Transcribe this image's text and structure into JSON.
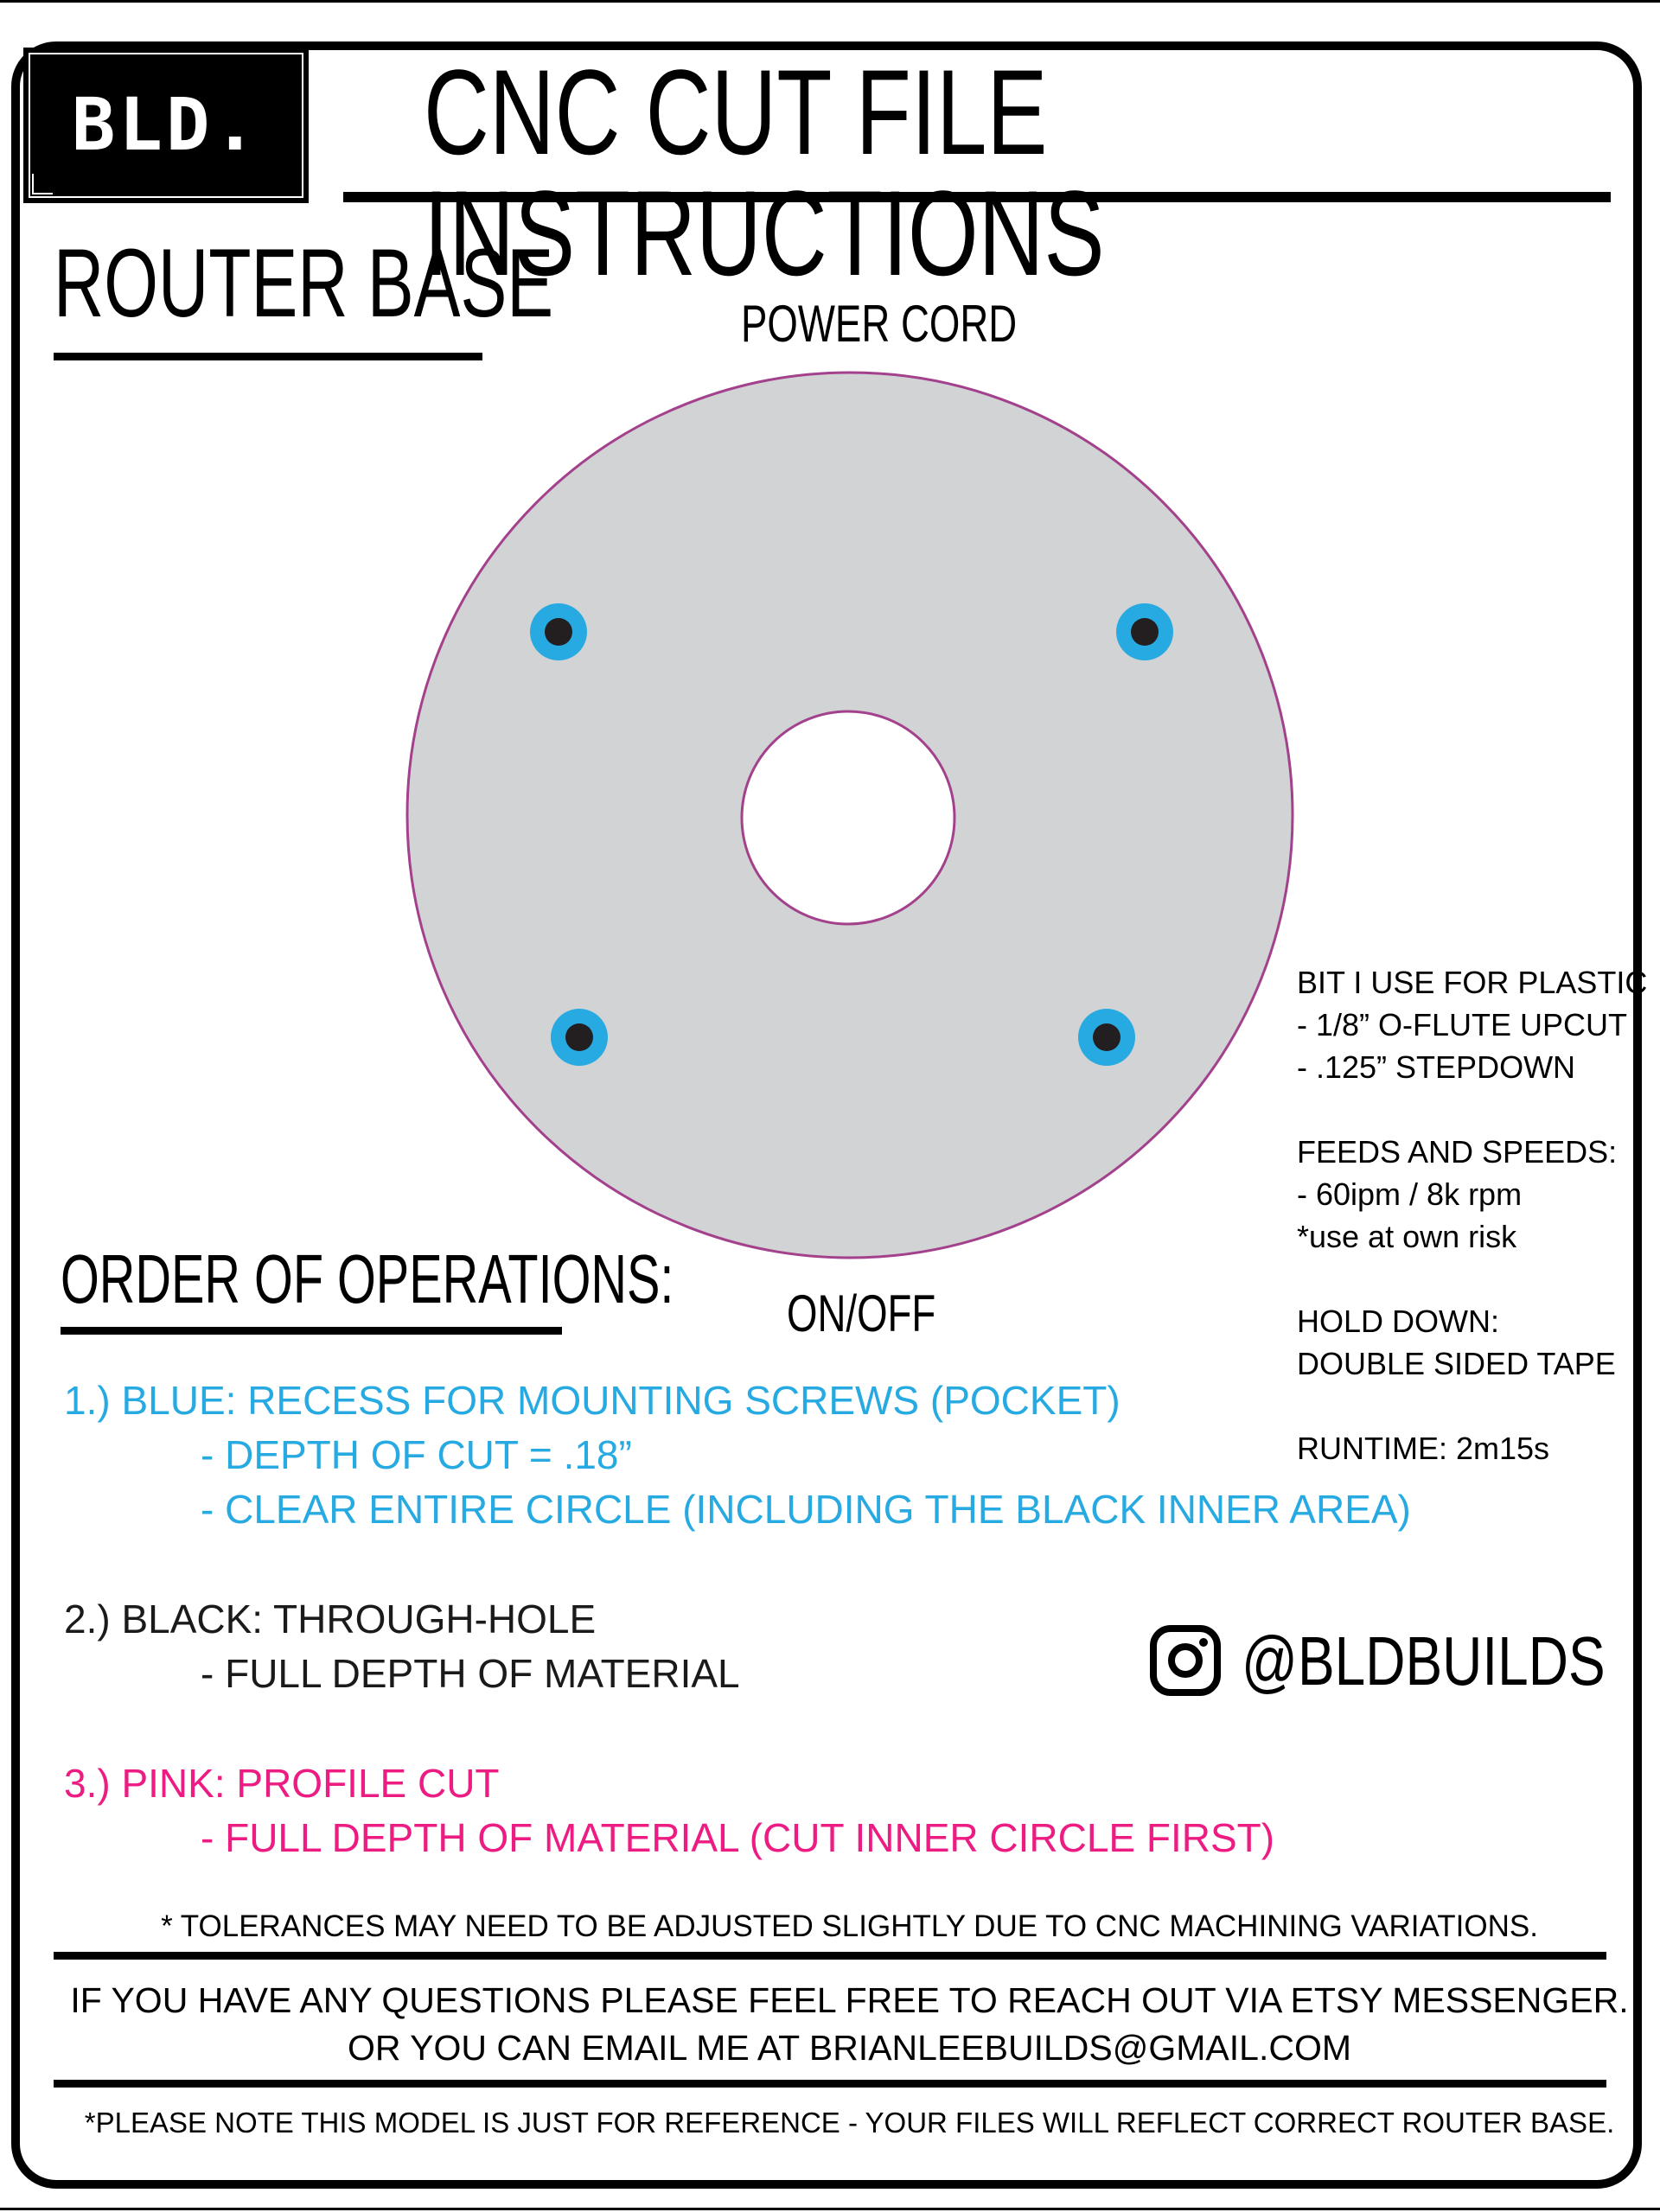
{
  "logo": {
    "text": "BLD."
  },
  "header": {
    "title": "CNC CUT FILE INSTRUCTIONS"
  },
  "section": {
    "title": "ROUTER BASE"
  },
  "diagram": {
    "label_top": "POWER CORD",
    "label_bottom": "ON/OFF",
    "colors": {
      "plate_fill": "#d1d3d4",
      "profile_stroke": "#a3418d",
      "pocket": "#27aae1",
      "hole": "#231f20"
    },
    "icons": [
      "screw-pocket-icon",
      "through-hole-icon"
    ]
  },
  "sidebar": {
    "lines": [
      "BIT I USE FOR PLASTIC",
      "- 1/8” O-FLUTE UPCUT",
      "- .125” STEPDOWN",
      "",
      "FEEDS AND SPEEDS:",
      "- 60ipm / 8k rpm",
      "*use at own risk",
      "",
      "HOLD DOWN:",
      "DOUBLE SIDED TAPE",
      "",
      "RUNTIME: 2m15s"
    ]
  },
  "operations": {
    "title": "ORDER OF OPERATIONS:",
    "op1": {
      "heading": "1.) BLUE: RECESS FOR MOUNTING SCREWS (POCKET)",
      "line1": "- DEPTH OF CUT = .18”",
      "line2": "- CLEAR ENTIRE CIRCLE (INCLUDING THE BLACK INNER AREA)",
      "color": "#27aae1"
    },
    "op2": {
      "heading": "2.) BLACK: THROUGH-HOLE",
      "line1": "- FULL DEPTH OF MATERIAL",
      "color": "#1a1a1a"
    },
    "op3": {
      "heading": "3.) PINK: PROFILE CUT",
      "line1": "- FULL DEPTH OF MATERIAL (CUT INNER CIRCLE FIRST)",
      "color": "#ec1c83"
    }
  },
  "social": {
    "icon": "instagram-icon",
    "handle": "@BLDBUILDS"
  },
  "footer": {
    "tolerance": "* TOLERANCES MAY NEED TO BE ADJUSTED SLIGHTLY DUE TO CNC MACHINING VARIATIONS.",
    "contact_line1": "IF YOU HAVE ANY QUESTIONS PLEASE FEEL FREE TO REACH OUT VIA ETSY MESSENGER.",
    "contact_line2": "OR YOU CAN EMAIL ME AT BRIANLEEBUILDS@GMAIL.COM",
    "note": "*PLEASE NOTE THIS MODEL IS JUST FOR REFERENCE - YOUR FILES WILL REFLECT CORRECT ROUTER BASE."
  }
}
